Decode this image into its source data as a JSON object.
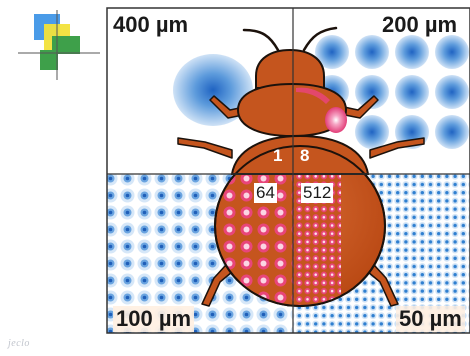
{
  "labels": {
    "top_left": "400 µm",
    "top_right": "200 µm",
    "bottom_left": "100 µm",
    "bottom_right": "50 µm",
    "count_1": "1",
    "count_8": "8",
    "count_64": "64",
    "count_512": "512"
  },
  "credit": "jeclo",
  "colors": {
    "body": "#c5551e",
    "body_outline": "#1c120c",
    "spot": "#2f7fd0",
    "pink": "#e8457a",
    "grid_line": "#333333",
    "logo_blue": "#4a9be8",
    "logo_green": "#3ea04a",
    "logo_yellow": "#f2e23a"
  }
}
